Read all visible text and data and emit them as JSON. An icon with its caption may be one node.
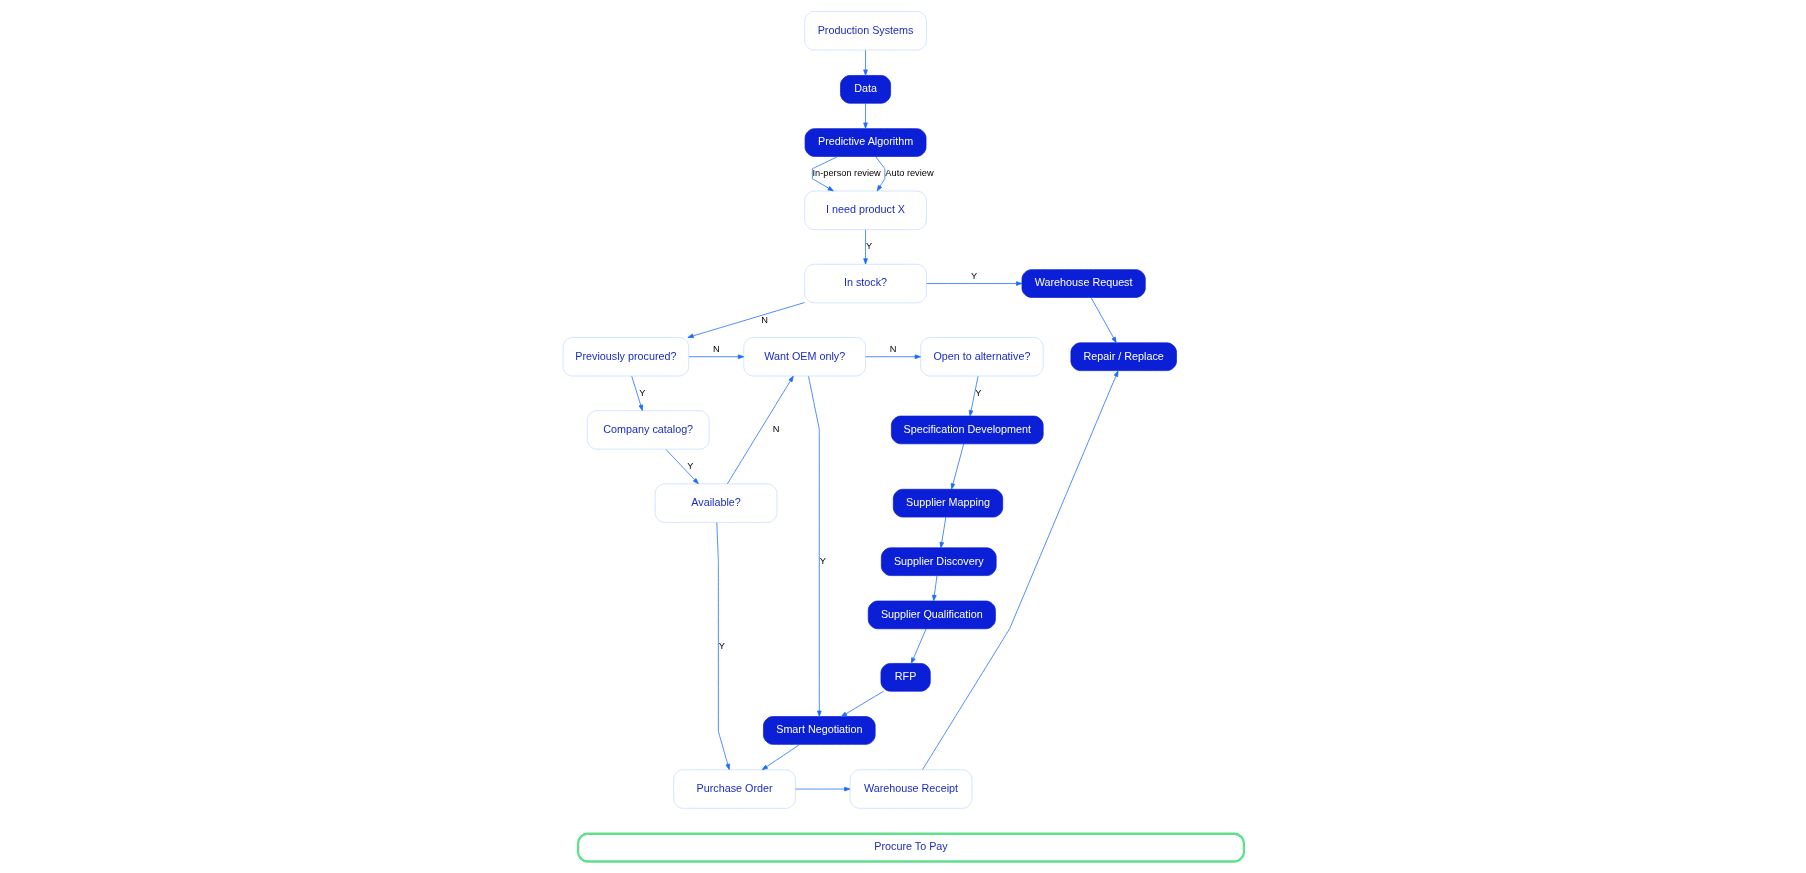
{
  "diagram": {
    "nodes": [
      {
        "text": [
          "I need product X"
        ]
      },
      {
        "text": [
          "In stock?"
        ]
      },
      {
        "text": [
          "Warehouse Request"
        ]
      },
      {
        "text": [
          "Repair / Replace"
        ]
      },
      {
        "text": [
          "Previously procured?"
        ]
      },
      {
        "text": [
          "Company catalog?"
        ]
      },
      {
        "text": [
          "Available?"
        ]
      },
      {
        "text": [
          "Purchase Order"
        ]
      },
      {
        "text": [
          "Warehouse Receipt"
        ]
      },
      {
        "text": [
          "Want OEM only?"
        ]
      },
      {
        "text": [
          "Open to alternative?"
        ]
      },
      {
        "text": [
          "Specification Development"
        ]
      },
      {
        "text": [
          "Supplier Mapping"
        ]
      },
      {
        "text": [
          "Supplier Discovery"
        ]
      },
      {
        "text": [
          "Supplier Qualification"
        ]
      },
      {
        "text": [
          "RFP"
        ]
      },
      {
        "text": [
          "Smart Negotiation"
        ]
      },
      {
        "text": [
          "Predictive Algorithm"
        ]
      },
      {
        "text": [
          "Data"
        ]
      },
      {
        "text": [
          "Production Systems"
        ]
      },
      {
        "text": [
          "Procure To Pay"
        ]
      }
    ],
    "edges": [
      {
        "from": 17,
        "to": 0,
        "arrow": "to",
        "label": "In-person review"
      },
      {
        "from": 17,
        "to": 0,
        "arrow": "to",
        "label": "Auto review"
      },
      {
        "from": 18,
        "to": 17,
        "arrow": "to"
      },
      {
        "from": 19,
        "to": 18,
        "arrow": "to"
      },
      {
        "from": 0,
        "to": 1,
        "arrow": "to",
        "label": "Y"
      },
      {
        "from": 1,
        "to": 2,
        "arrow": "to",
        "label": "Y"
      },
      {
        "from": 1,
        "to": 4,
        "arrow": "to",
        "label": "N"
      },
      {
        "from": 2,
        "to": 3,
        "arrow": "to"
      },
      {
        "from": 4,
        "to": 9,
        "arrow": "to",
        "label": "N"
      },
      {
        "from": 4,
        "to": 5,
        "arrow": "to",
        "label": "Y"
      },
      {
        "from": 5,
        "to": 6,
        "arrow": "to",
        "label": "Y"
      },
      {
        "from": 6,
        "to": 9,
        "arrow": "to",
        "label": "N"
      },
      {
        "from": 6,
        "to": 7,
        "arrow": "to",
        "label": "Y"
      },
      {
        "from": 9,
        "to": 10,
        "arrow": "to",
        "label": "N"
      },
      {
        "from": 9,
        "to": 16,
        "arrow": "to",
        "label": "Y"
      },
      {
        "from": 10,
        "to": 11,
        "arrow": "to",
        "label": "Y"
      },
      {
        "from": 11,
        "to": 12,
        "arrow": "to"
      },
      {
        "from": 12,
        "to": 13,
        "arrow": "to"
      },
      {
        "from": 13,
        "to": 14,
        "arrow": "to"
      },
      {
        "from": 14,
        "to": 15,
        "arrow": "to"
      },
      {
        "from": 15,
        "to": 16,
        "arrow": "to"
      },
      {
        "from": 16,
        "to": 7,
        "arrow": "to"
      },
      {
        "from": 7,
        "to": 8,
        "arrow": "to"
      },
      {
        "from": 8,
        "to": 3,
        "arrow": "to"
      }
    ]
  }
}
